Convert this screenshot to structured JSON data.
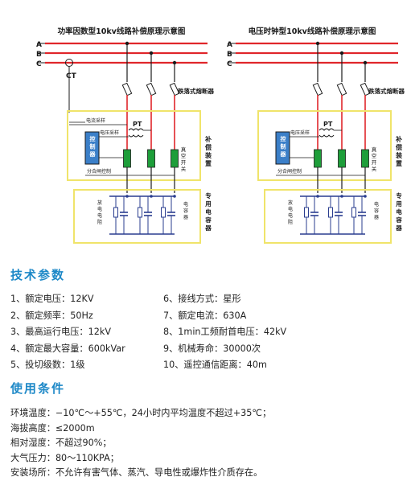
{
  "diagrams": [
    {
      "title": "功率因数型10kv线路补偿原理示意图",
      "phases": [
        "A",
        "B",
        "C"
      ],
      "ct_label": "CT",
      "pt_label": "PT",
      "fuse_label": "跌落式熔断器",
      "controller_label": "控制器",
      "current_sample_label": "电流采样",
      "voltage_sample_label": "电压采样",
      "open_close_label": "分合闸控制",
      "vacuum_switch_label": "真空开关",
      "comp_device_label": "补偿装置",
      "discharge_label": "放电电阻",
      "capacitor_label": "电容器",
      "special_cap_label": "专用电容器"
    },
    {
      "title": "电压时钟型10kv线路补偿原理示意图",
      "phases": [
        "A",
        "B",
        "C"
      ],
      "pt_label": "PT",
      "fuse_label": "跌落式熔断器",
      "controller_label": "控制器",
      "voltage_sample_label": "电压采样",
      "open_close_label": "分合闸控制",
      "vacuum_switch_label": "真空开关",
      "comp_device_label": "补偿装置",
      "discharge_label": "放电电阻",
      "capacitor_label": "电容器",
      "special_cap_label": "专用电容器"
    }
  ],
  "tech_params": {
    "title": "技术参数",
    "left": [
      "1、额定电压：12KV",
      "2、额定频率：50Hz",
      "3、最高运行电压：12kV",
      "4、额定最大容量：600kVar",
      "5、投切级数：1级"
    ],
    "right": [
      "6、接线方式：星形",
      "7、额定电流：630A",
      "8、1min工频耐首电压：42kV",
      "9、机械寿命：30000次",
      "10、遥控通信距离：40m"
    ]
  },
  "conditions": {
    "title": "使用条件",
    "lines": [
      "环境温度：−10℃～+55℃，24小时内平均温度不超过+35℃；",
      "海拔高度：≤2000m",
      "相对湿度：不超过90%；",
      "大气压力：80～110KPA；",
      "安装场所：不允许有害气体、蒸汽、导电性或爆炸性介质存在。"
    ]
  }
}
